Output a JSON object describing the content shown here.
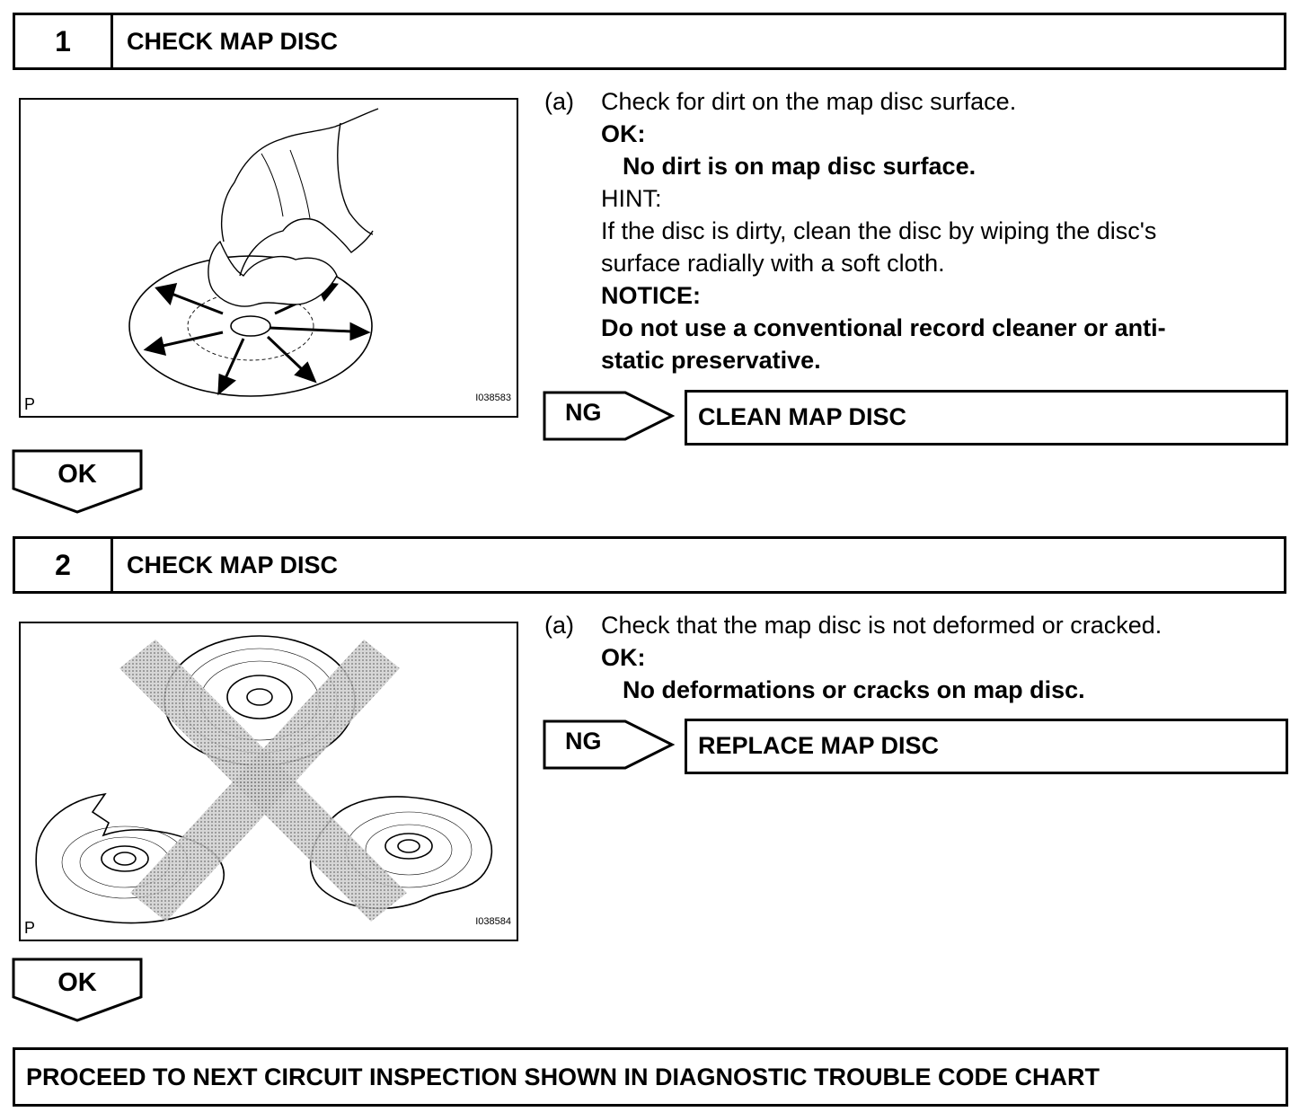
{
  "steps": [
    {
      "number": "1",
      "title": "CHECK MAP DISC",
      "figure": {
        "corner_mark": "P",
        "code": "I038583"
      },
      "item_label": "(a)",
      "instruction": "Check for dirt on the map disc surface.",
      "ok_label": "OK:",
      "ok_text": "No dirt is on map disc surface.",
      "hint_label": "HINT:",
      "hint_line1": "If the disc is dirty, clean the disc by wiping the disc's",
      "hint_line2": "surface radially with a soft cloth.",
      "notice_label": "NOTICE:",
      "notice_line1": "Do not use a conventional record cleaner or anti-",
      "notice_line2": "static preservative.",
      "ng_label": "NG",
      "ng_action": "CLEAN MAP DISC",
      "next_label": "OK"
    },
    {
      "number": "2",
      "title": "CHECK MAP DISC",
      "figure": {
        "corner_mark": "P",
        "code": "I038584"
      },
      "item_label": "(a)",
      "instruction": "Check that the map disc is not deformed or cracked.",
      "ok_label": "OK:",
      "ok_text": "No deformations or cracks on map disc.",
      "ng_label": "NG",
      "ng_action": "REPLACE MAP DISC",
      "next_label": "OK"
    }
  ],
  "final_action": "PROCEED TO NEXT CIRCUIT INSPECTION SHOWN IN DIAGNOSTIC TROUBLE CODE CHART"
}
